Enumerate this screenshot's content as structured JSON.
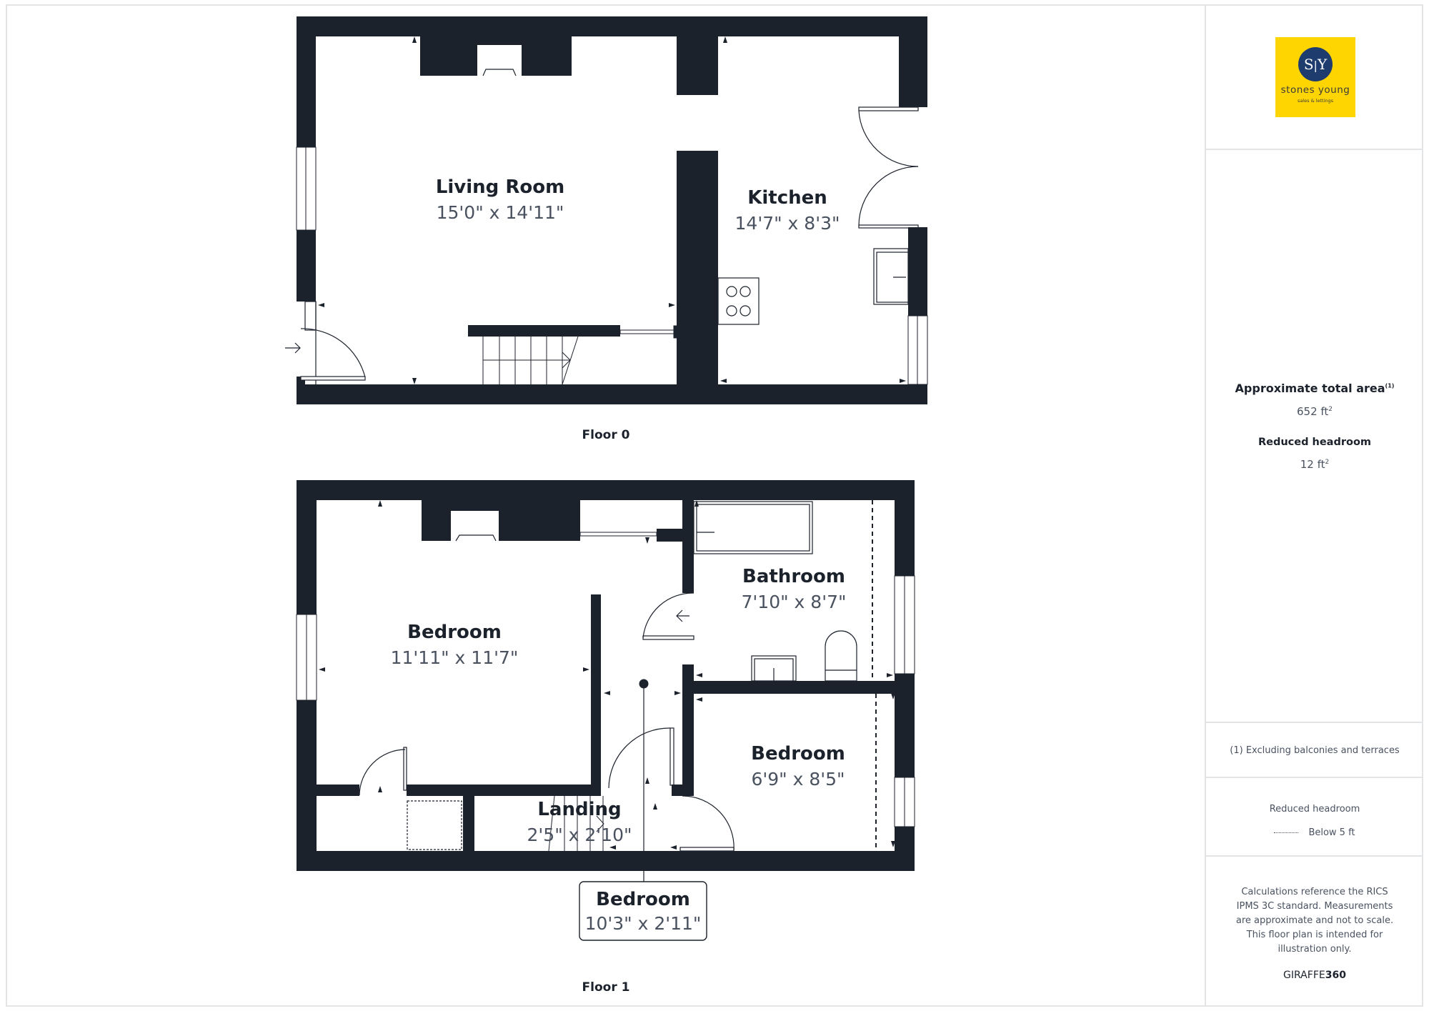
{
  "colors": {
    "wall": "#1c222c",
    "dim_text": "#4a5260",
    "logo_bg": "#fed500",
    "logo_circle": "#1f3c6e",
    "divider": "#e3e4e6"
  },
  "floors": [
    {
      "label": "Floor 0",
      "rooms": [
        {
          "name": "Living Room",
          "dimensions": "15'0\" x 14'11\""
        },
        {
          "name": "Kitchen",
          "dimensions": "14'7\" x 8'3\""
        }
      ]
    },
    {
      "label": "Floor 1",
      "rooms": [
        {
          "name": "Bedroom",
          "dimensions": "11'11\" x 11'7\""
        },
        {
          "name": "Bathroom",
          "dimensions": "7'10\" x 8'7\""
        },
        {
          "name": "Bedroom",
          "dimensions": "6'9\" x 8'5\""
        },
        {
          "name": "Landing",
          "dimensions": "2'5\" x 2'10\""
        },
        {
          "name": "Bedroom",
          "dimensions": "10'3\" x 2'11\""
        }
      ]
    }
  ],
  "sidebar": {
    "logo": {
      "initials_left": "S",
      "initials_right": "Y",
      "name": "stones young",
      "tagline": "sales & lettings"
    },
    "area": {
      "title": "Approximate total area",
      "footnote_marker": "(1)",
      "total_value": "652 ft",
      "total_unit_sup": "2",
      "reduced_title": "Reduced headroom",
      "reduced_value": "12 ft",
      "reduced_unit_sup": "2"
    },
    "footnote": "(1) Excluding balconies and terraces",
    "legend": {
      "title": "Reduced headroom",
      "item": "Below 5 ft"
    },
    "disclaimer": "Calculations reference the RICS IPMS 3C standard. Measurements are approximate and not to scale. This floor plan is intended for illustration only.",
    "brand": {
      "light": "GIRAFFE",
      "bold": "360"
    }
  }
}
